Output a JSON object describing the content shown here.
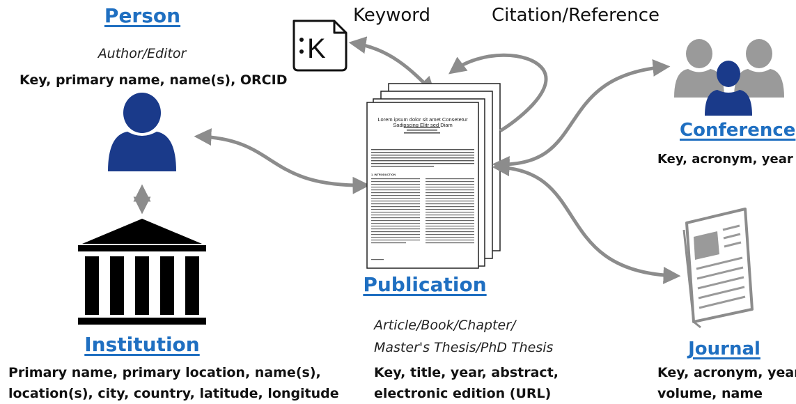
{
  "person": {
    "title": "Person",
    "subtitle": "Author/Editor",
    "attributes": "Key, primary name, name(s), ORCID"
  },
  "institution": {
    "title": "Institution",
    "attributes_line1": "Primary name, primary location, name(s),",
    "attributes_line2": "location(s), city, country, latitude, longitude"
  },
  "publication": {
    "title": "Publication",
    "subtitle_line1": "Article/Book/Chapter/",
    "subtitle_line2": "Master's Thesis/PhD Thesis",
    "attributes_line1": "Key, title, year, abstract,",
    "attributes_line2": "electronic edition (URL)",
    "paper_title_line1": "Lorem ipsum dolor sit amet Consetetur",
    "paper_title_line2": "Sadipscing Elitr sed Diam",
    "paper_section": "1. INTRODUCTION"
  },
  "keyword": {
    "label": "Keyword",
    "icon_letter": "K"
  },
  "citation": {
    "label": "Citation/Reference"
  },
  "conference": {
    "title": "Conference",
    "attributes": "Key, acronym, year"
  },
  "journal": {
    "title": "Journal",
    "attributes_line1": "Key, acronym, year,",
    "attributes_line2": "volume, name"
  },
  "colors": {
    "title_blue": "#1f6fc1",
    "icon_navy": "#1a3a8a",
    "icon_gray": "#9a9a9a",
    "arrow_gray": "#8c8c8c"
  }
}
